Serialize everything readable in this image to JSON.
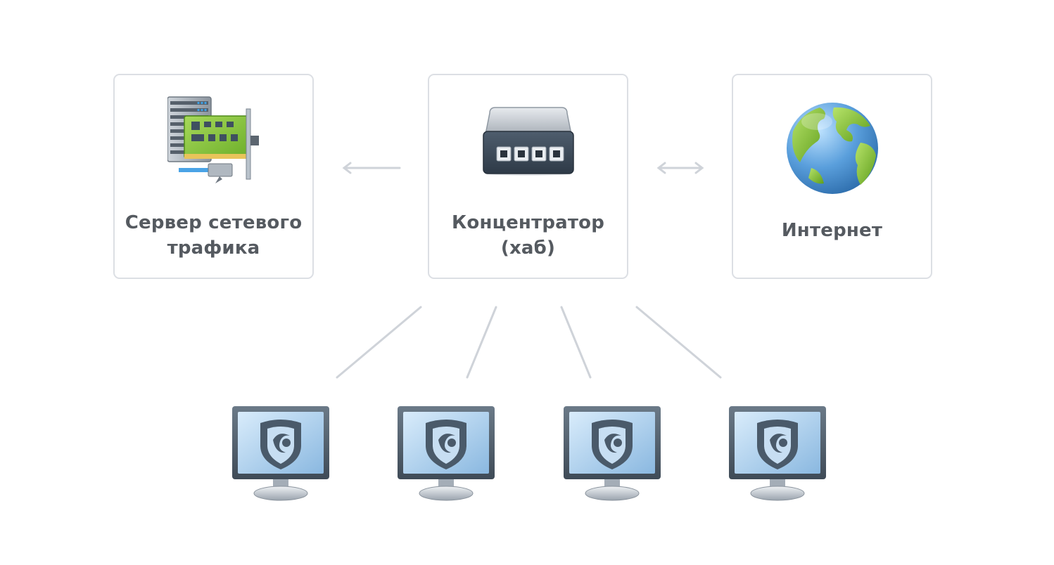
{
  "diagram": {
    "nodes": {
      "server": {
        "label": "Сервер сетевого трафика",
        "icon": "network-traffic-server-icon"
      },
      "hub": {
        "label": "Концентратор (хаб)",
        "icon": "network-hub-icon"
      },
      "internet": {
        "label": "Интернет",
        "icon": "globe-icon"
      }
    },
    "links": [
      {
        "from": "hub",
        "to": "server",
        "direction": "one-way"
      },
      {
        "from": "hub",
        "to": "internet",
        "direction": "two-way"
      },
      {
        "from": "hub",
        "to": "computer-1",
        "direction": "none"
      },
      {
        "from": "hub",
        "to": "computer-2",
        "direction": "none"
      },
      {
        "from": "hub",
        "to": "computer-3",
        "direction": "none"
      },
      {
        "from": "hub",
        "to": "computer-4",
        "direction": "none"
      }
    ],
    "computers": [
      {
        "icon": "protected-computer-icon"
      },
      {
        "icon": "protected-computer-icon"
      },
      {
        "icon": "protected-computer-icon"
      },
      {
        "icon": "protected-computer-icon"
      }
    ],
    "colors": {
      "border": "#dcdfe4",
      "label": "#555a60",
      "line": "#cfd3d9"
    }
  }
}
